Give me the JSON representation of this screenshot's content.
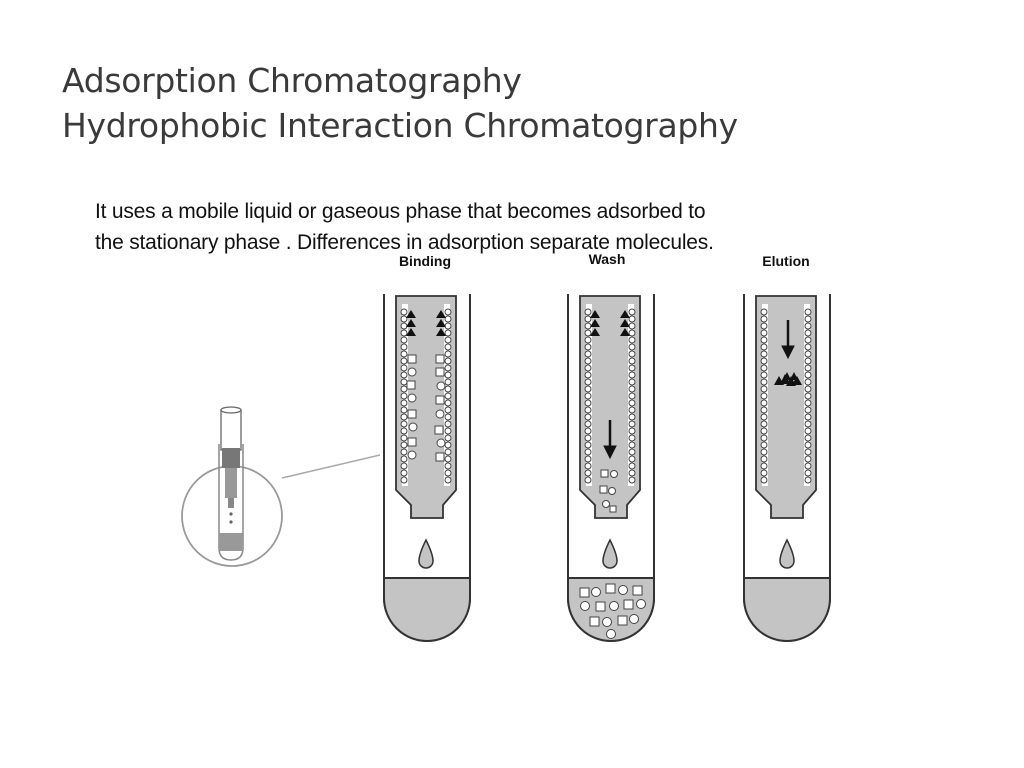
{
  "slide": {
    "title_line1": "Adsorption Chromatography",
    "title_line2": "Hydrophobic Interaction Chromatography",
    "body_line1": "It uses a mobile liquid or gaseous phase that becomes adsorbed to",
    "body_line2": "the stationary phase . Differences in adsorption separate molecules."
  },
  "diagram": {
    "stages": [
      "Binding",
      "Wash",
      "Elution"
    ]
  },
  "colors": {
    "liquid": "#c4c4c4",
    "outline": "#333333",
    "bead_fill": "#ffffff",
    "molecule": "#111111"
  }
}
